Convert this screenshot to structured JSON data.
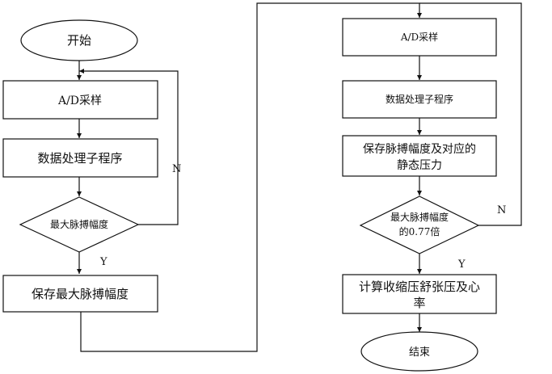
{
  "left_flow": {
    "start": "开始",
    "sample": "A/D采样",
    "process": "数据处理子程序",
    "decision": "最大脉搏幅度",
    "save": "保存最大脉搏幅度",
    "label_no": "N",
    "label_yes": "Y"
  },
  "right_flow": {
    "sample": "A/D采样",
    "process": "数据处理子程序",
    "save_line1": "保存脉搏幅度及对应的",
    "save_line2": "静态压力",
    "decision_line1": "最大脉搏幅度",
    "decision_line2": "的0.77倍",
    "compute_line1": "计算收缩压舒张压及心",
    "compute_line2": "率",
    "end": "结束",
    "label_no": "N",
    "label_yes": "Y"
  }
}
